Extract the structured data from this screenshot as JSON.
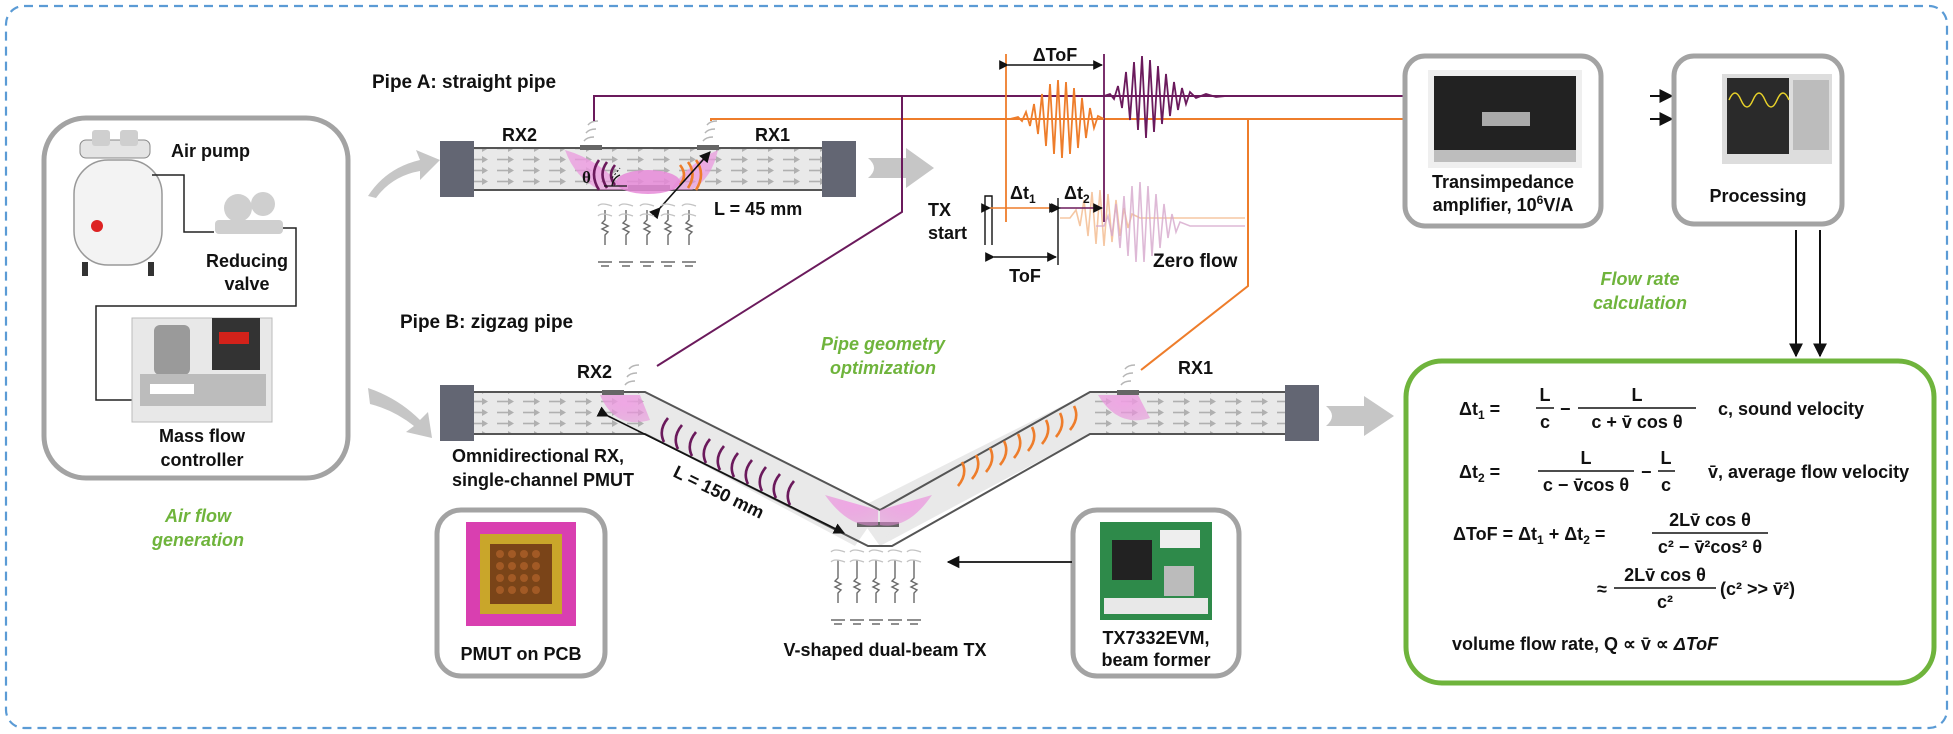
{
  "colors": {
    "rx2": "#6b1a5c",
    "rx1": "#ee7d2b",
    "pipe_a_title": "#e8141c",
    "pipe_b_title": "#3c6fc1",
    "green": "#6fb43c",
    "zero_flow": "#8fa9da",
    "frame": "#5b9bd5"
  },
  "air_flow": {
    "air_pump": "Air pump",
    "reducing_valve_1": "Reducing",
    "reducing_valve_2": "valve",
    "mfc_1": "Mass flow",
    "mfc_2": "controller",
    "section_1": "Air flow",
    "section_2": "generation"
  },
  "pipe_a": {
    "title": "Pipe A: straight pipe",
    "rx2": "RX2",
    "rx1": "RX1",
    "theta": "θ",
    "length": "L = 45 mm"
  },
  "pipe_b": {
    "title": "Pipe B: zigzag pipe",
    "rx2": "RX2",
    "rx1": "RX1",
    "length": "L = 150 mm",
    "omni_1": "Omnidirectional RX,",
    "omni_2": "single-channel PMUT",
    "vshaped": "V-shaped dual-beam TX",
    "geometry_1": "Pipe geometry",
    "geometry_2": "optimization"
  },
  "waveforms": {
    "dtof": "ΔToF",
    "dt1": "Δt",
    "dt1_sub": "1",
    "dt2": "Δt",
    "dt2_sub": "2",
    "tx_1": "TX",
    "tx_2": "start",
    "tof": "ToF",
    "zero_flow": "Zero flow"
  },
  "instruments": {
    "tia_1": "Transimpedance",
    "tia_2": "amplifier, 10",
    "tia_2_sup": "6",
    "tia_2_end": "V/A",
    "processing": "Processing",
    "flow_calc_1": "Flow rate",
    "flow_calc_2": "calculation",
    "pmut_pcb": "PMUT on PCB",
    "evm_1": "TX7332EVM,",
    "evm_2": "beam former"
  },
  "equations": {
    "e1_lhs": "Δt",
    "e1_sub": "1",
    "e1_n1": "L",
    "e1_d1": "c",
    "e1_n2": "L",
    "e1_d2": "c + v̄ cos θ",
    "e1_note": "c, sound velocity",
    "e2_lhs": "Δt",
    "e2_sub": "2",
    "e2_n1": "L",
    "e2_d1": "c − v̄cos θ",
    "e2_n2": "L",
    "e2_d2": "c",
    "e2_note": "v̄, average flow velocity",
    "e3_lhs": "ΔToF = Δt",
    "e3_mid": " + Δt",
    "e3_n": "2Lv̄ cos θ",
    "e3_d": "c² − v̄²cos² θ",
    "e4_approx": "≈",
    "e4_n": "2Lv̄ cos θ",
    "e4_d": "c²",
    "e4_cond": "(c² >> v̄²)",
    "e5_text": "volume flow rate, Q ∝ v̄ ∝ ",
    "e5_italic": "ΔToF"
  }
}
